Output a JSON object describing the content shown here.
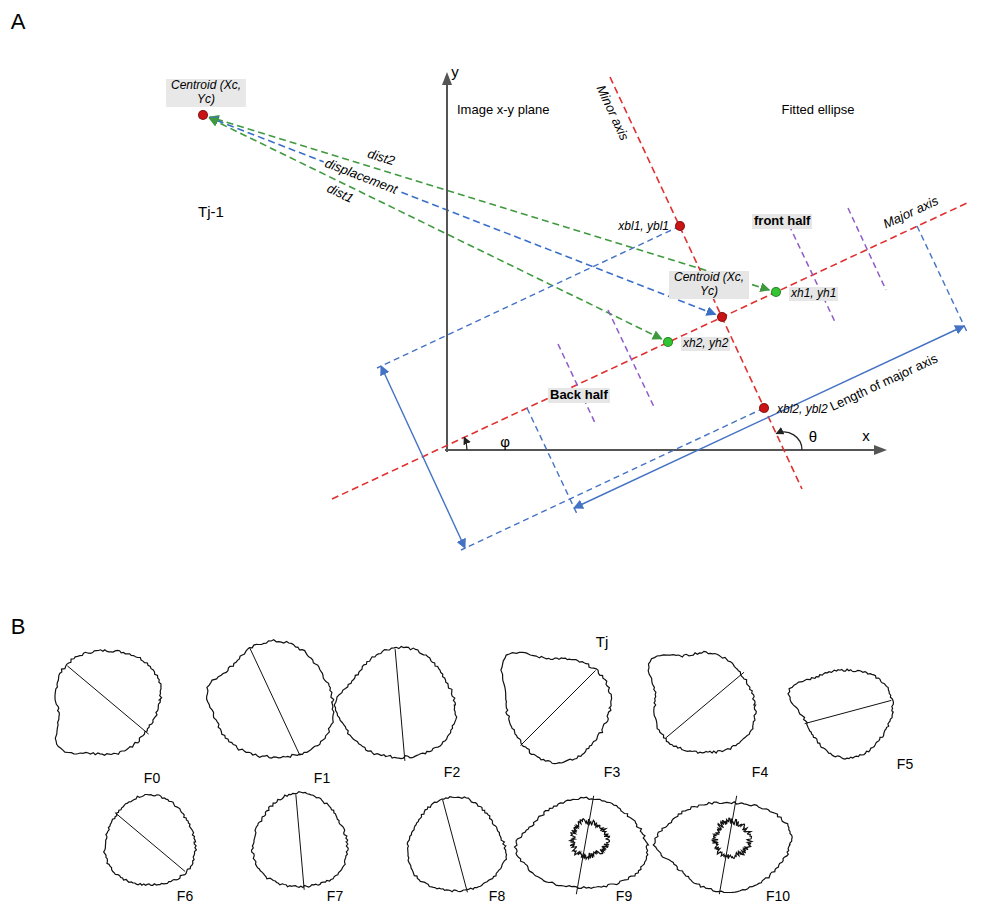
{
  "diagram": {
    "nodes": [
      {
        "text": [
          "Tj-1"
        ]
      },
      {
        "text": [
          "Centroid (Xc, Yc)"
        ],
        "in": 0
      },
      {
        "text": [
          "Image x-y plane"
        ]
      },
      {
        "text": [
          "front half",
          "Back half"
        ]
      },
      {
        "text": [
          "Centroid (Xc, Yc)"
        ],
        "in": 3
      },
      {
        "text": [
          "xh1, yh1"
        ],
        "in": 3
      },
      {
        "text": [
          "xh2, yh2"
        ],
        "in": 3
      },
      {
        "text": [
          "xbl1, ybl1"
        ],
        "in": 3
      },
      {
        "text": [
          "xbl2, ybl2"
        ],
        "in": 3
      }
    ],
    "edges": [
      {
        "from": 5,
        "to": 1,
        "arrow": "both",
        "label": "dist2"
      },
      {
        "from": 4,
        "to": 1,
        "arrow": "both",
        "label": "displacement"
      },
      {
        "from": 6,
        "to": 1,
        "arrow": "both",
        "label": "dist1"
      }
    ],
    "labels": [
      "A",
      "B",
      "y",
      "x",
      "Fitted ellipse",
      "Major axis",
      "Minor axis",
      "φ",
      "θ",
      "Length of major axis",
      "Tj",
      "F0",
      "F1",
      "F2",
      "F3",
      "F4",
      "F5",
      "F6",
      "F7",
      "F8",
      "F9",
      "F10"
    ]
  }
}
